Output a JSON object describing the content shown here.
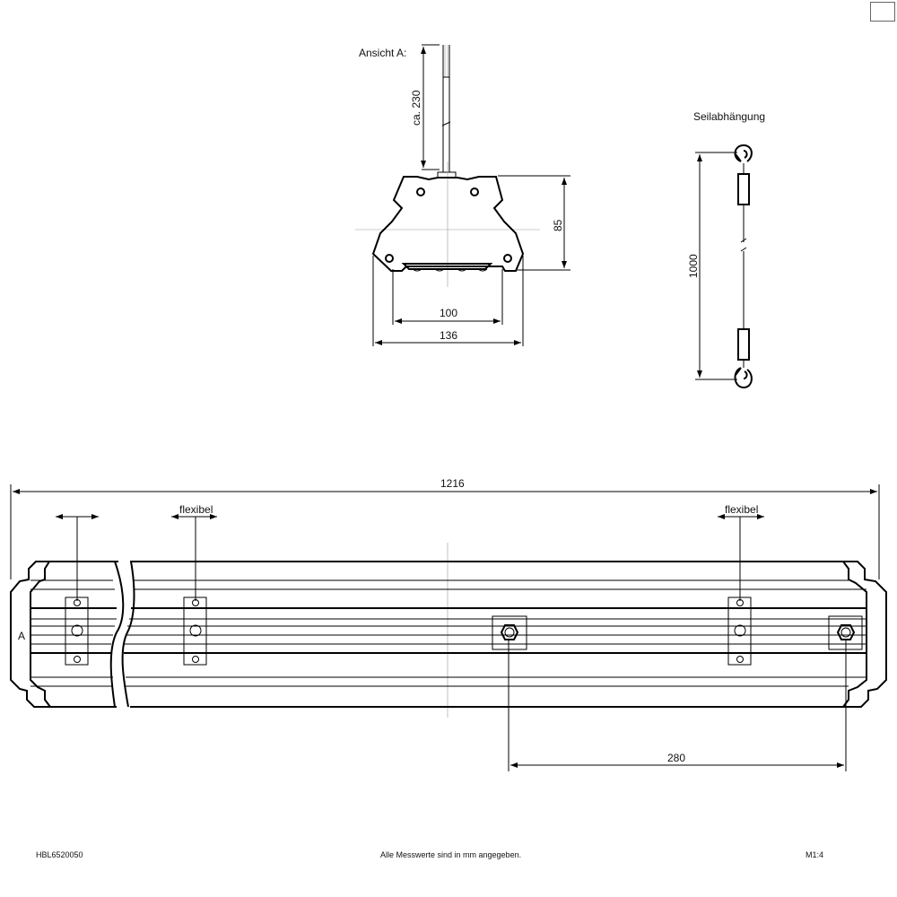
{
  "top_view": {
    "title": "Ansicht A:",
    "cable_length": "ca. 230",
    "height": "85",
    "inner_width": "100",
    "outer_width": "136"
  },
  "suspension": {
    "title": "Seilabhängung",
    "length": "1000"
  },
  "side_view": {
    "total_length": "1216",
    "flex_label_left": "flexibel",
    "flex_label_right": "flexibel",
    "view_marker": "A",
    "bolt_spacing": "280"
  },
  "footer": {
    "article_number": "HBL6520050",
    "note": "Alle Messwerte sind in mm angegeben.",
    "scale": "M1:4"
  }
}
